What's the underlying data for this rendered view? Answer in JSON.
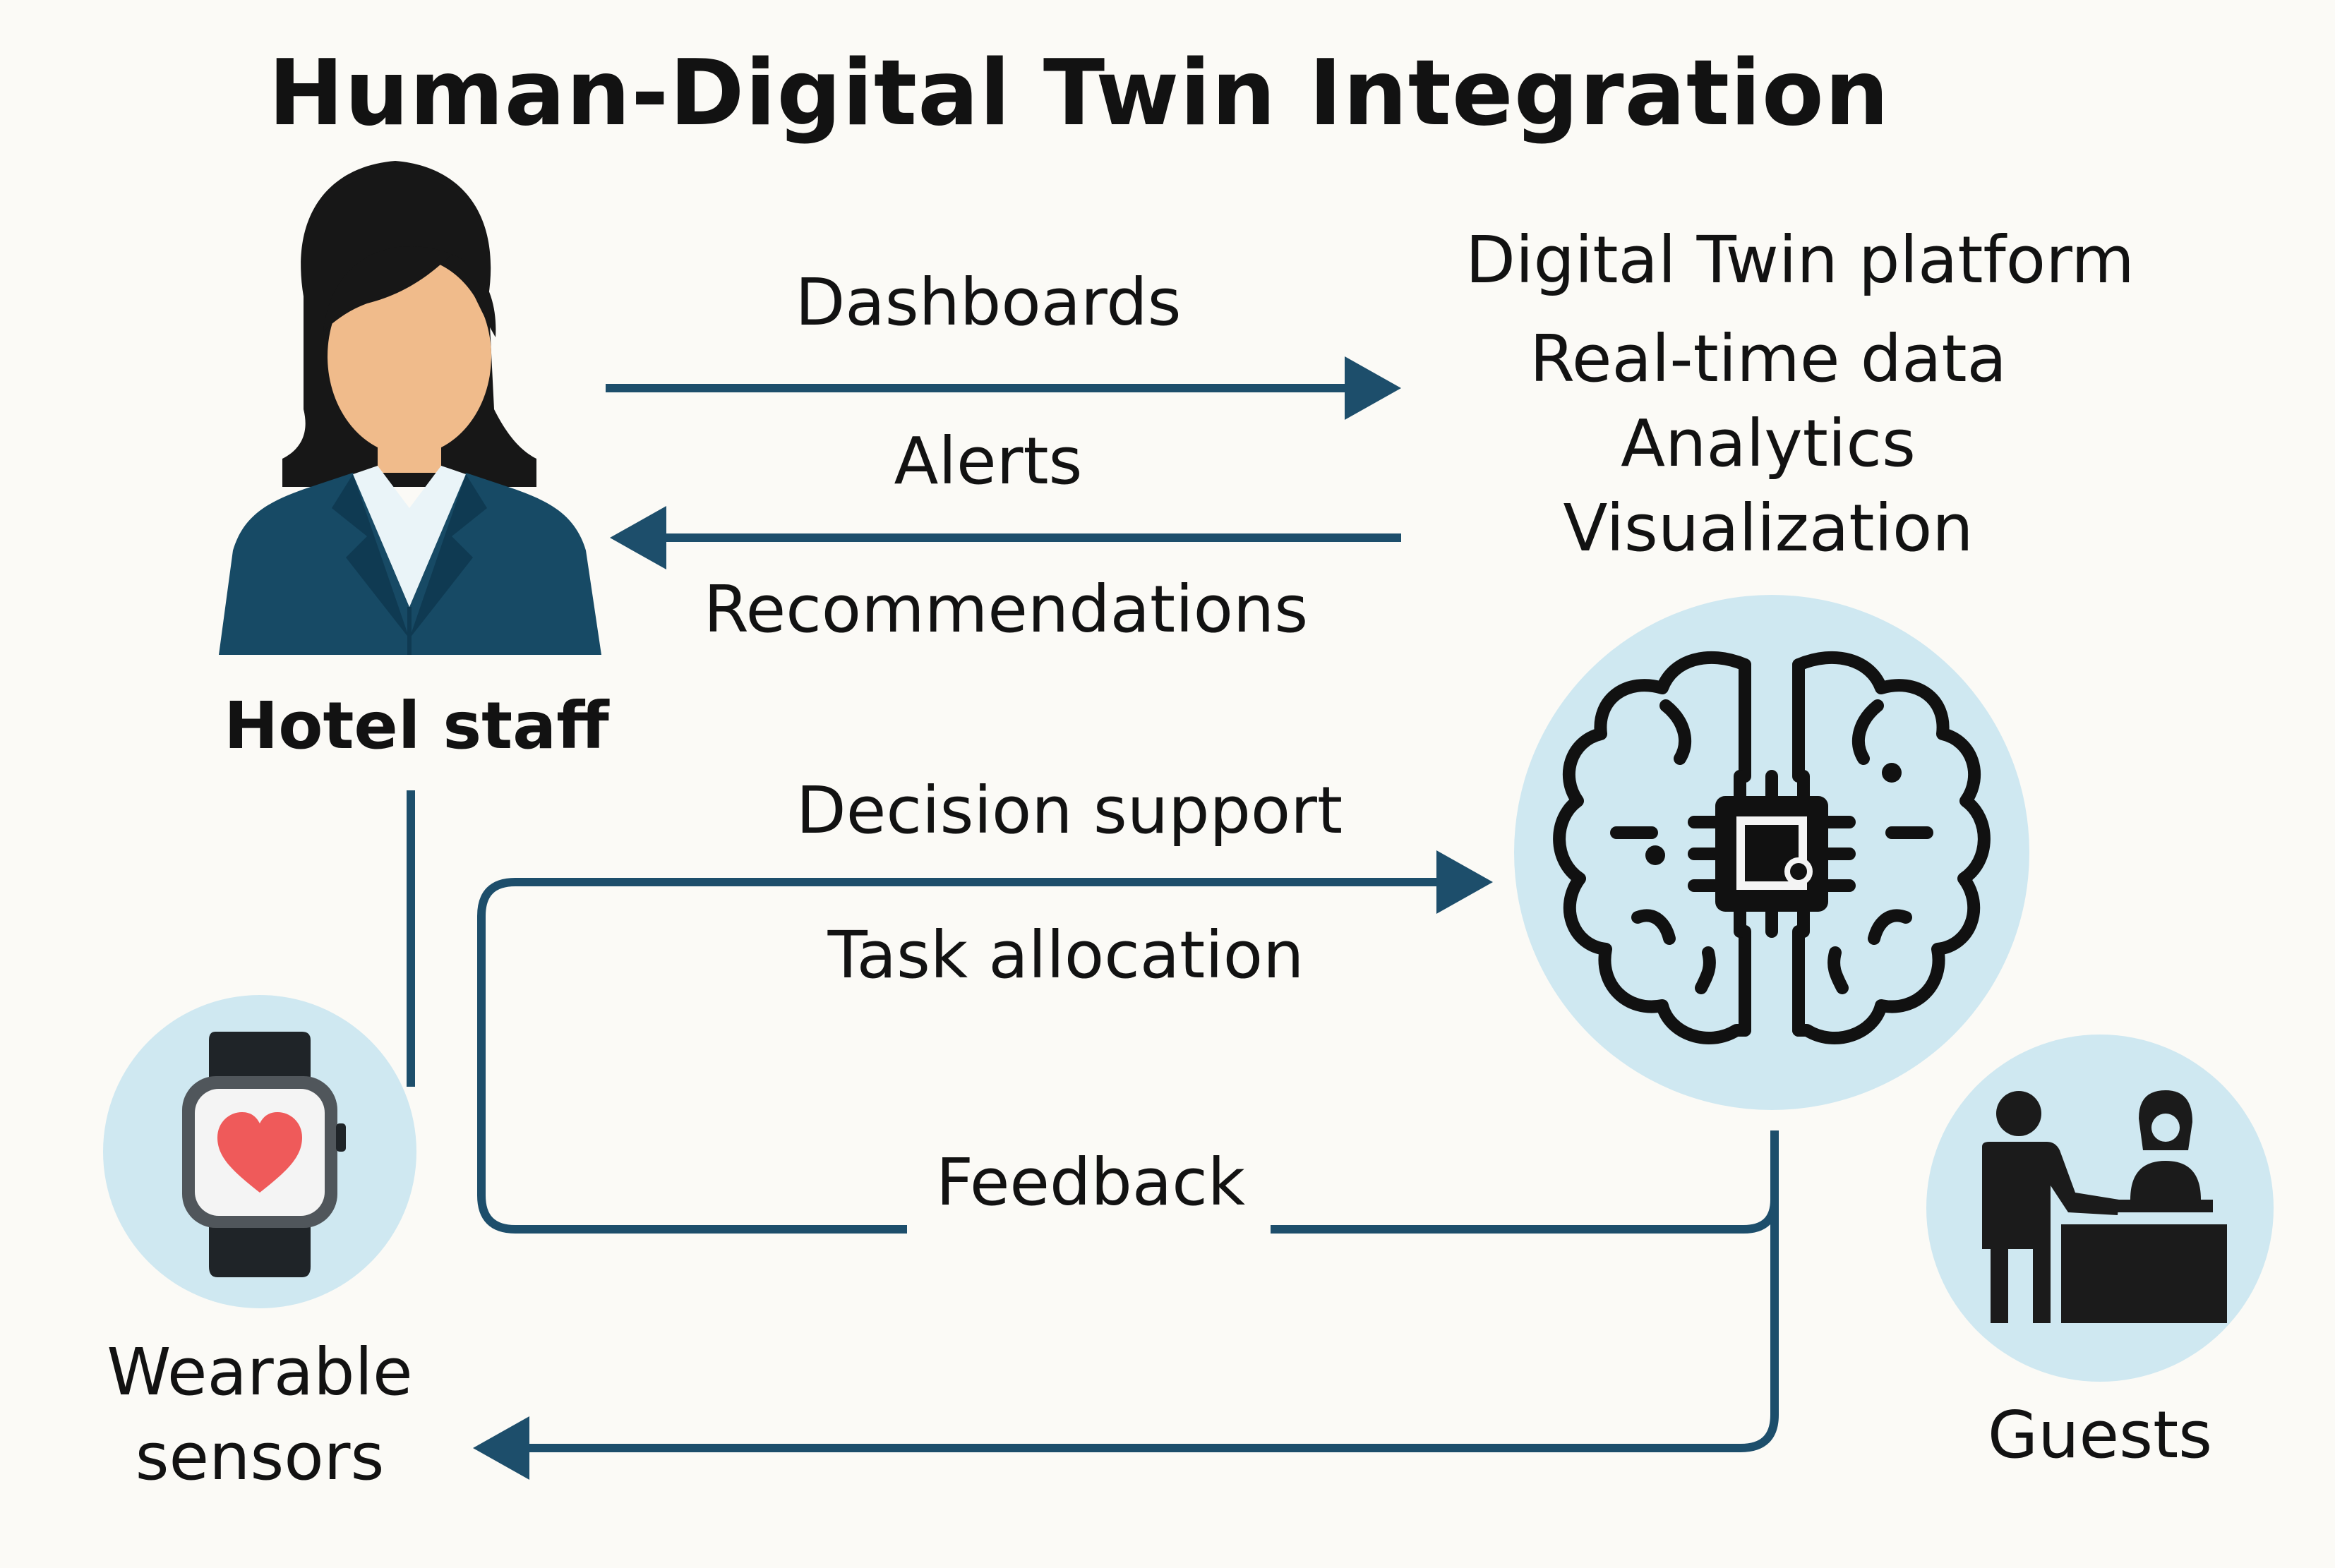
{
  "title": "Human-Digital Twin Integration",
  "actors": {
    "hotel_staff": "Hotel staff",
    "wearable_sensors": [
      "Wearable",
      "sensors"
    ],
    "guests": "Guests"
  },
  "platform": {
    "heading": "Digital Twin platform",
    "features": [
      "Real-time data",
      "Analytics",
      "Visualization"
    ]
  },
  "flows": {
    "dashboards": "Dashboards",
    "alerts": "Alerts",
    "recommendations": "Recommendations",
    "decision_support": "Decision support",
    "task_allocation": "Task allocation",
    "feedback": "Feedback"
  },
  "colors": {
    "arrow": "#1d4e6b",
    "circle": "#cfe8f1",
    "suit": "#174a65",
    "skin": "#f0bb8b",
    "hair": "#171717",
    "heart": "#ef5a5a"
  },
  "icons": [
    "person-icon",
    "smartwatch-icon",
    "heart-icon",
    "brain-chip-icon",
    "reception-desk-icon"
  ]
}
